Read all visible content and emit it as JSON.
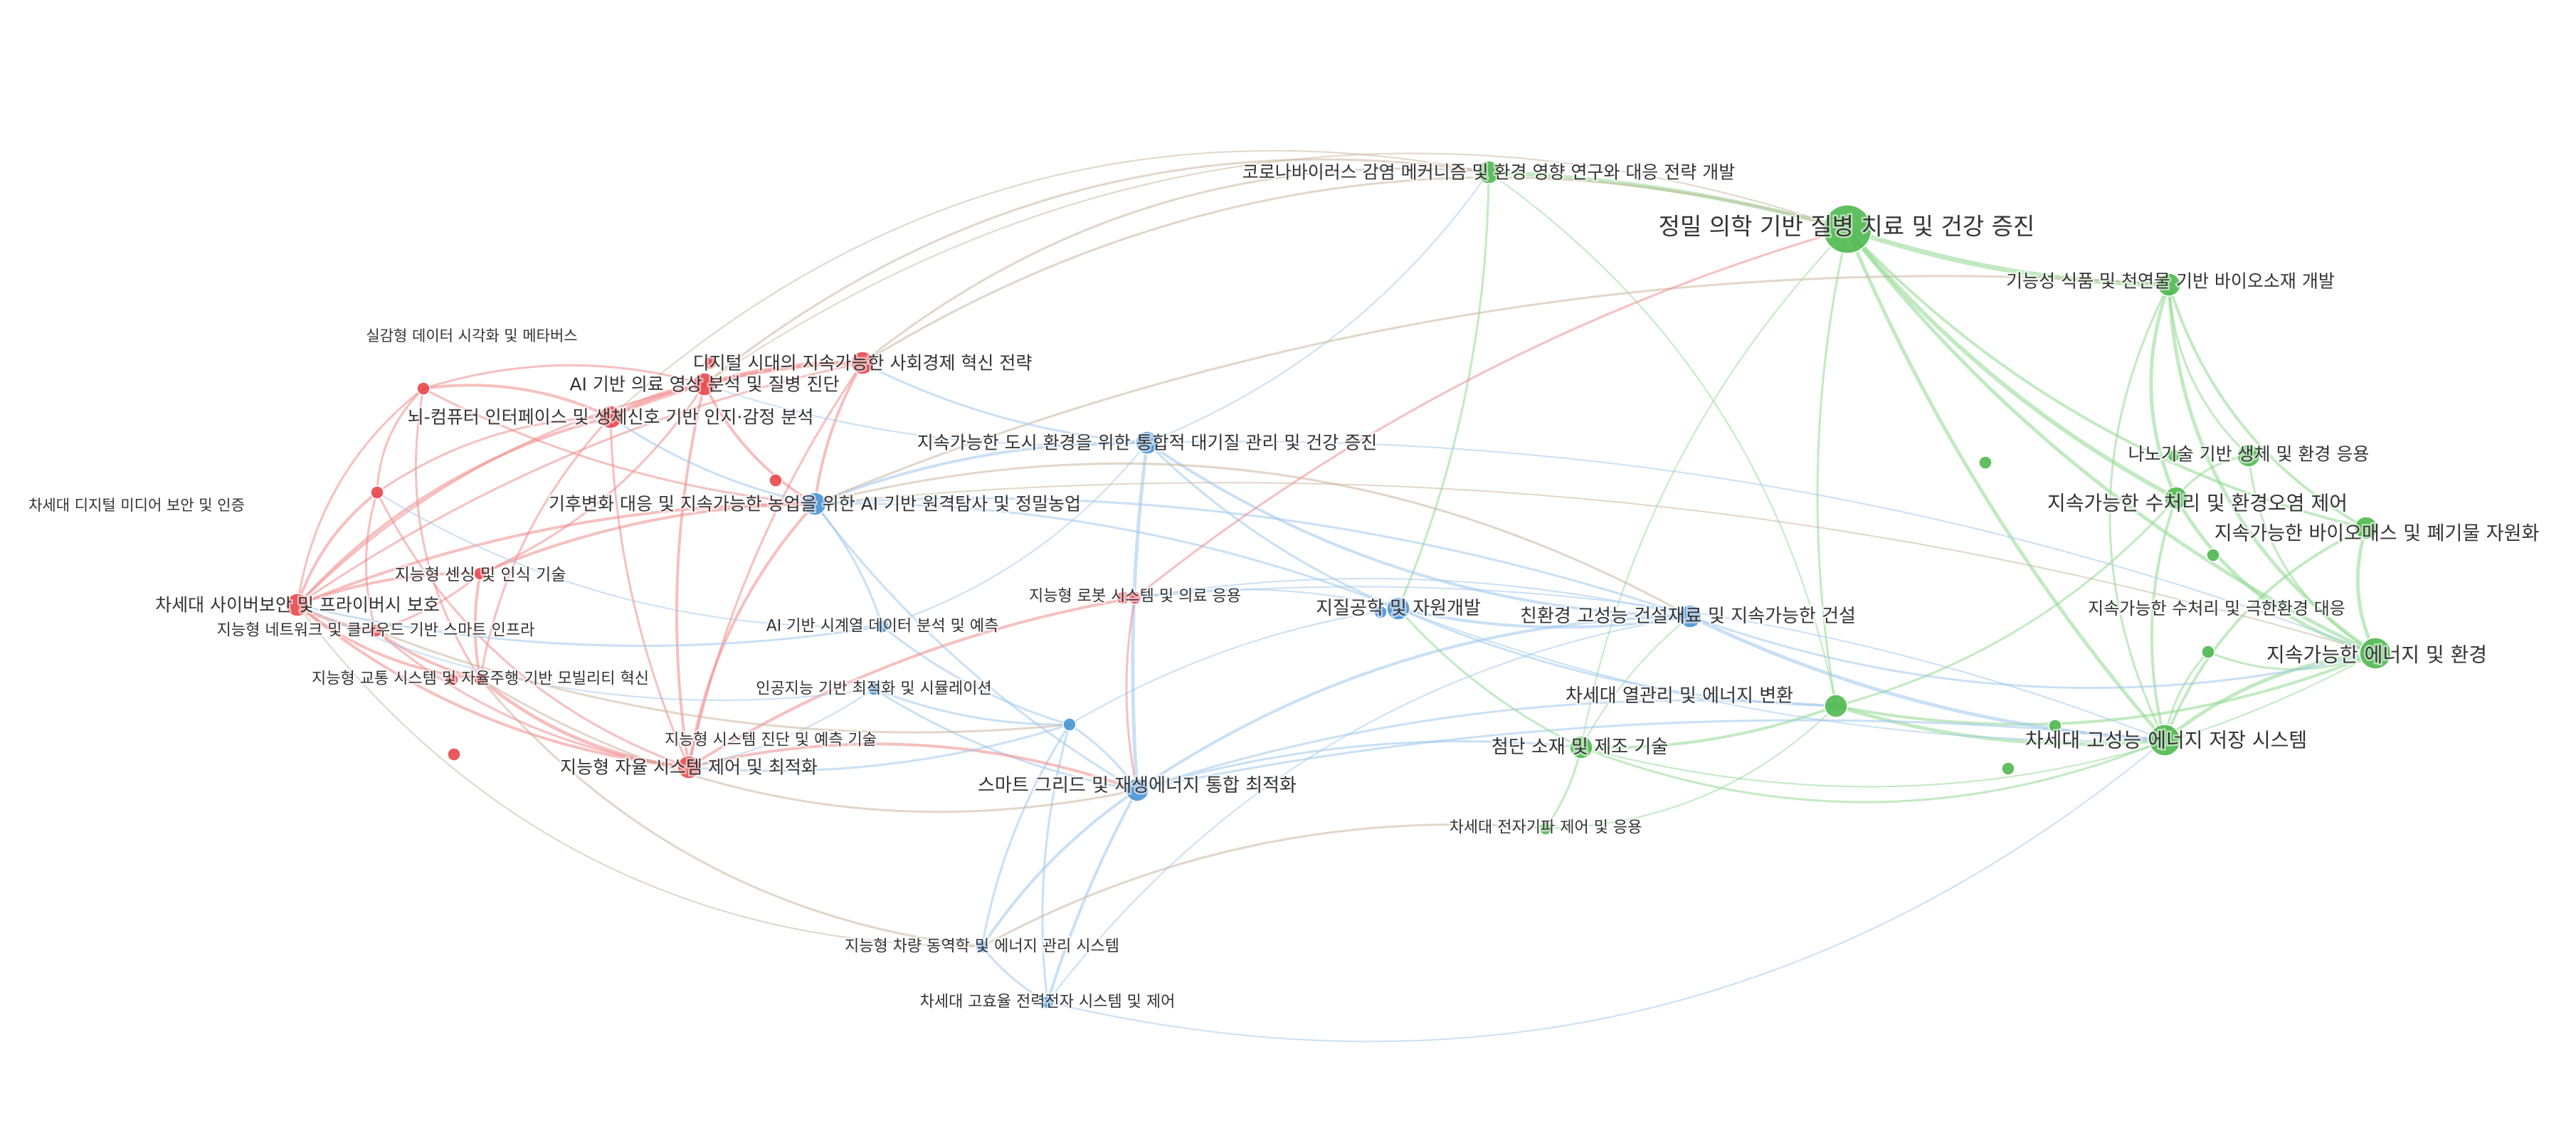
{
  "colors": {
    "red": "#e8474b",
    "blue": "#4a93d6",
    "green": "#4fb84f",
    "edge_red": "#f08a8a",
    "edge_blue": "#9cc6ec",
    "edge_green": "#8fd88f",
    "edge_mixed": "#c9b49a"
  },
  "network": {
    "nodes": [
      {
        "id": "n1",
        "label": "정밀 의학 기반 질병 치료 및 건강 증진",
        "cluster": "green",
        "size": 4
      },
      {
        "id": "n2",
        "label": "코로나바이러스 감염 메커니즘 및 환경 영향 연구와 대응 전략 개발",
        "cluster": "green",
        "size": 2
      },
      {
        "id": "n3",
        "label": "기능성 식품 및 천연물 기반 바이오소재 개발",
        "cluster": "green",
        "size": 2
      },
      {
        "id": "n4",
        "label": "나노기술 기반 생체 및 환경 응용",
        "cluster": "green",
        "size": 2
      },
      {
        "id": "n5",
        "label": "지속가능한 수처리 및 환경오염 제어",
        "cluster": "green",
        "size": 2
      },
      {
        "id": "n6",
        "label": "지속가능한 바이오매스 및 폐기물 자원화",
        "cluster": "green",
        "size": 2
      },
      {
        "id": "n7",
        "label": "지속가능한 수처리 및 극한환경 대응",
        "cluster": "green",
        "size": 1
      },
      {
        "id": "n8",
        "label": "지속가능한 에너지 및 환경",
        "cluster": "green",
        "size": 3
      },
      {
        "id": "n9",
        "label": "차세대 고성능 에너지 저장 시스템",
        "cluster": "green",
        "size": 3
      },
      {
        "id": "n10",
        "label": "차세대 열관리 및 에너지 변환",
        "cluster": "green",
        "size": 2
      },
      {
        "id": "n11",
        "label": "첨단 소재 및 제조 기술",
        "cluster": "green",
        "size": 2
      },
      {
        "id": "n12",
        "label": "차세대 전자기파 제어 및 응용",
        "cluster": "green",
        "size": 1
      },
      {
        "id": "n13",
        "label": "친환경 고성능 건설재료 및 지속가능한 건설",
        "cluster": "blue",
        "size": 2
      },
      {
        "id": "n14",
        "label": "지질공학 및 자원개발",
        "cluster": "blue",
        "size": 2
      },
      {
        "id": "n15",
        "label": "지속가능한 도시 환경을 위한 통합적 대기질 관리 및 건강 증진",
        "cluster": "blue",
        "size": 2
      },
      {
        "id": "n16",
        "label": "스마트 그리드 및 재생에너지 통합 최적화",
        "cluster": "blue",
        "size": 2
      },
      {
        "id": "n17",
        "label": "AI 기반 시계열 데이터 분석 및 예측",
        "cluster": "blue",
        "size": 1
      },
      {
        "id": "n18",
        "label": "인공지능 기반 최적화 및 시뮬레이션",
        "cluster": "blue",
        "size": 1
      },
      {
        "id": "n19",
        "label": "지능형 시스템 진단 및 예측 기술",
        "cluster": "blue",
        "size": 1
      },
      {
        "id": "n20",
        "label": "지능형 차량 동역학 및 에너지 관리 시스템",
        "cluster": "blue",
        "size": 1
      },
      {
        "id": "n21",
        "label": "차세대 고효율 전력전자 시스템 및 제어",
        "cluster": "blue",
        "size": 1
      },
      {
        "id": "n22",
        "label": "기후변화 대응 및 지속가능한 농업을 위한 AI 기반 원격탐사 및 정밀농업",
        "cluster": "blue",
        "size": 2
      },
      {
        "id": "n23",
        "label": "디지털 시대의 지속가능한 사회경제 혁신 전략",
        "cluster": "red",
        "size": 2
      },
      {
        "id": "n24",
        "label": "AI 기반 의료 영상 분석 및 질병 진단",
        "cluster": "red",
        "size": 2
      },
      {
        "id": "n25",
        "label": "뇌-컴퓨터 인터페이스 및 생체신호 기반 인지·감정 분석",
        "cluster": "red",
        "size": 2
      },
      {
        "id": "n26",
        "label": "실감형 데이터 시각화 및 메타버스",
        "cluster": "red",
        "size": 1
      },
      {
        "id": "n27",
        "label": "차세대 디지털 미디어 보안 및 인증",
        "cluster": "red",
        "size": 1
      },
      {
        "id": "n28",
        "label": "지능형 센싱 및 인식 기술",
        "cluster": "red",
        "size": 1
      },
      {
        "id": "n29",
        "label": "차세대 사이버보안 및 프라이버시 보호",
        "cluster": "red",
        "size": 2
      },
      {
        "id": "n30",
        "label": "지능형 네트워크 및 클라우드 기반 스마트 인프라",
        "cluster": "red",
        "size": 1
      },
      {
        "id": "n31",
        "label": "지능형 교통 시스템 및 자율주행 기반 모빌리티 혁신",
        "cluster": "red",
        "size": 1
      },
      {
        "id": "n32",
        "label": "지능형 자율 시스템 제어 및 최적화",
        "cluster": "red",
        "size": 2
      },
      {
        "id": "n33",
        "label": "지능형 로봇 시스템 및 의료 응용",
        "cluster": "red",
        "size": 1
      }
    ]
  }
}
